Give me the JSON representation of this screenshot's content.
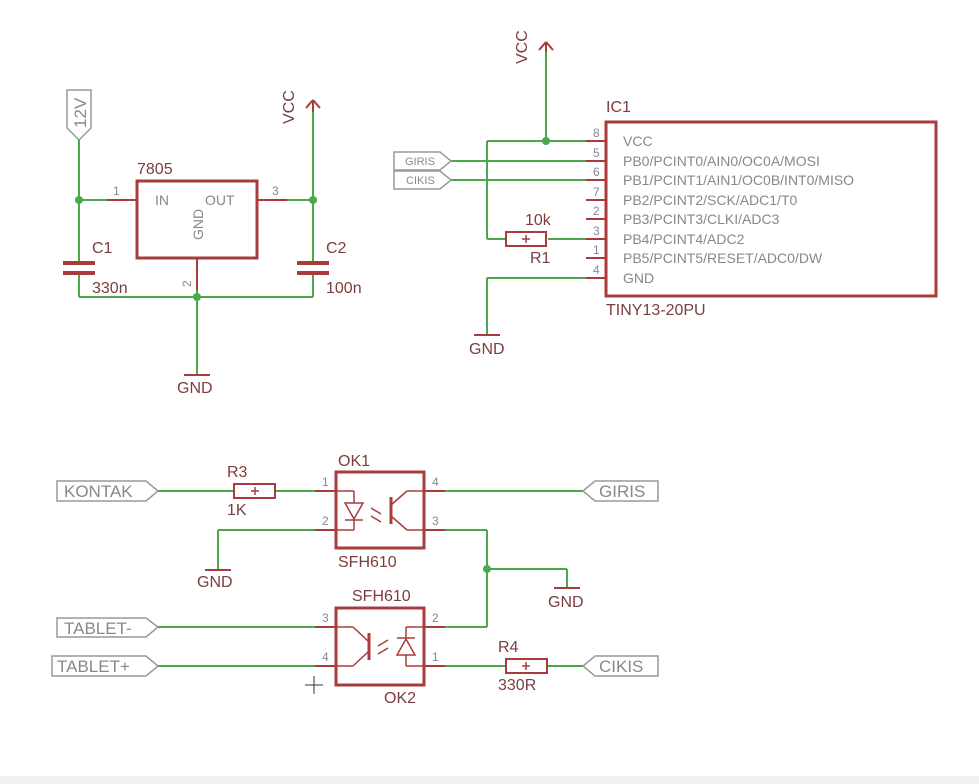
{
  "power_labels": {
    "vcc_regulator": "VCC",
    "vcc_mcu": "VCC",
    "v12": "12V"
  },
  "ground_labels": {
    "gnd_regulator": "GND",
    "gnd_mcu": "GND",
    "gnd_ok1": "GND",
    "gnd_mid": "GND"
  },
  "regulator": {
    "name": "7805",
    "pin_in": "IN",
    "pin_out": "OUT",
    "pin_gnd": "GND",
    "pin1": "1",
    "pin2": "2",
    "pin3": "3"
  },
  "capacitors": [
    {
      "name": "C1",
      "value": "330n"
    },
    {
      "name": "C2",
      "value": "100n"
    }
  ],
  "ic1": {
    "name": "IC1",
    "part": "TINY13-20PU",
    "pins": [
      {
        "number": "8",
        "name": "VCC"
      },
      {
        "number": "5",
        "name": "PB0/PCINT0/AIN0/OC0A/MOSI"
      },
      {
        "number": "6",
        "name": "PB1/PCINT1/AIN1/OC0B/INT0/MISO"
      },
      {
        "number": "7",
        "name": "PB2/PCINT2/SCK/ADC1/T0"
      },
      {
        "number": "2",
        "name": "PB3/PCINT3/CLKI/ADC3"
      },
      {
        "number": "3",
        "name": "PB4/PCINT4/ADC2"
      },
      {
        "number": "1",
        "name": "PB5/PCINT5/RESET/ADC0/DW"
      },
      {
        "number": "4",
        "name": "GND"
      }
    ]
  },
  "resistors": [
    {
      "name": "R1",
      "value": "10k"
    },
    {
      "name": "R3",
      "value": "1K"
    },
    {
      "name": "R4",
      "value": "330R"
    }
  ],
  "optocouplers": [
    {
      "name": "OK1",
      "part": "SFH610",
      "pins": [
        "1",
        "2",
        "3",
        "4"
      ]
    },
    {
      "name": "OK2",
      "part": "SFH610",
      "pins": [
        "1",
        "2",
        "3",
        "4"
      ]
    }
  ],
  "ports": {
    "giris_small": "GIRIS",
    "cikis_small": "CIKIS",
    "kontak": "KONTAK",
    "giris": "GIRIS",
    "tablet_minus": "TABLET-",
    "tablet_plus": "TABLET+",
    "cikis": "CIKIS"
  },
  "colors": {
    "wire": "#4aa84a",
    "component": "#a83c3c",
    "label_text": "#7b3d3d",
    "port_outline": "#999999",
    "port_text": "#888888",
    "background": "#ffffff"
  }
}
